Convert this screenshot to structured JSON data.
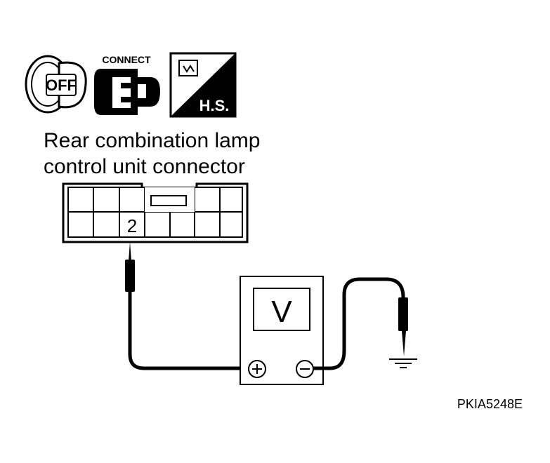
{
  "icons": {
    "ignition_text": "OFF",
    "connect_text": "CONNECT",
    "hs_text": "H.S."
  },
  "connector": {
    "label_line1": "Rear combination lamp",
    "label_line2": "control unit connector",
    "pin": "2"
  },
  "meter": {
    "letter": "V",
    "plus_symbol": "+",
    "minus_symbol": "−"
  },
  "figure_code": "PKIA5248E"
}
